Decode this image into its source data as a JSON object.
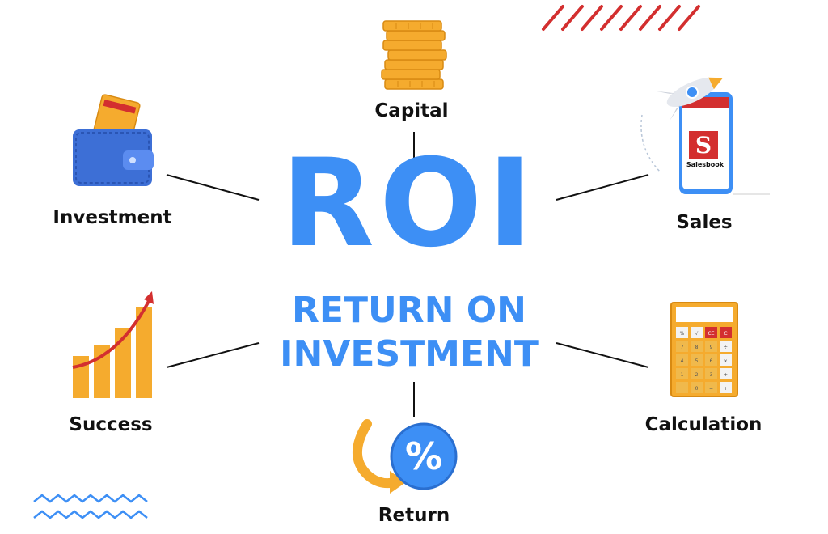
{
  "title": {
    "acronym": "ROI",
    "line1": "RETURN ON",
    "line2": "INVESTMENT"
  },
  "nodes": {
    "capital": "Capital",
    "investment": "Investment",
    "sales": "Sales",
    "success": "Success",
    "calculation": "Calculation",
    "return": "Return"
  },
  "icons": {
    "capital": "coin-stack-icon",
    "investment": "wallet-icon",
    "sales": "phone-rocket-icon",
    "success": "growth-chart-icon",
    "calculation": "calculator-icon",
    "return": "percent-icon"
  },
  "phone_app": {
    "letter": "S",
    "name": "Salesbook"
  },
  "calculator_keys": [
    "%",
    "√",
    "CE",
    "C",
    "7",
    "8",
    "9",
    "÷",
    "4",
    "5",
    "6",
    "x",
    "1",
    "2",
    "3",
    "+",
    ".",
    "0",
    "=",
    "+"
  ],
  "percent_symbol": "%",
  "colors": {
    "primary_blue": "#3d8ff5",
    "gold": "#f5ab2e",
    "red": "#d32f2f",
    "line": "#111111"
  }
}
